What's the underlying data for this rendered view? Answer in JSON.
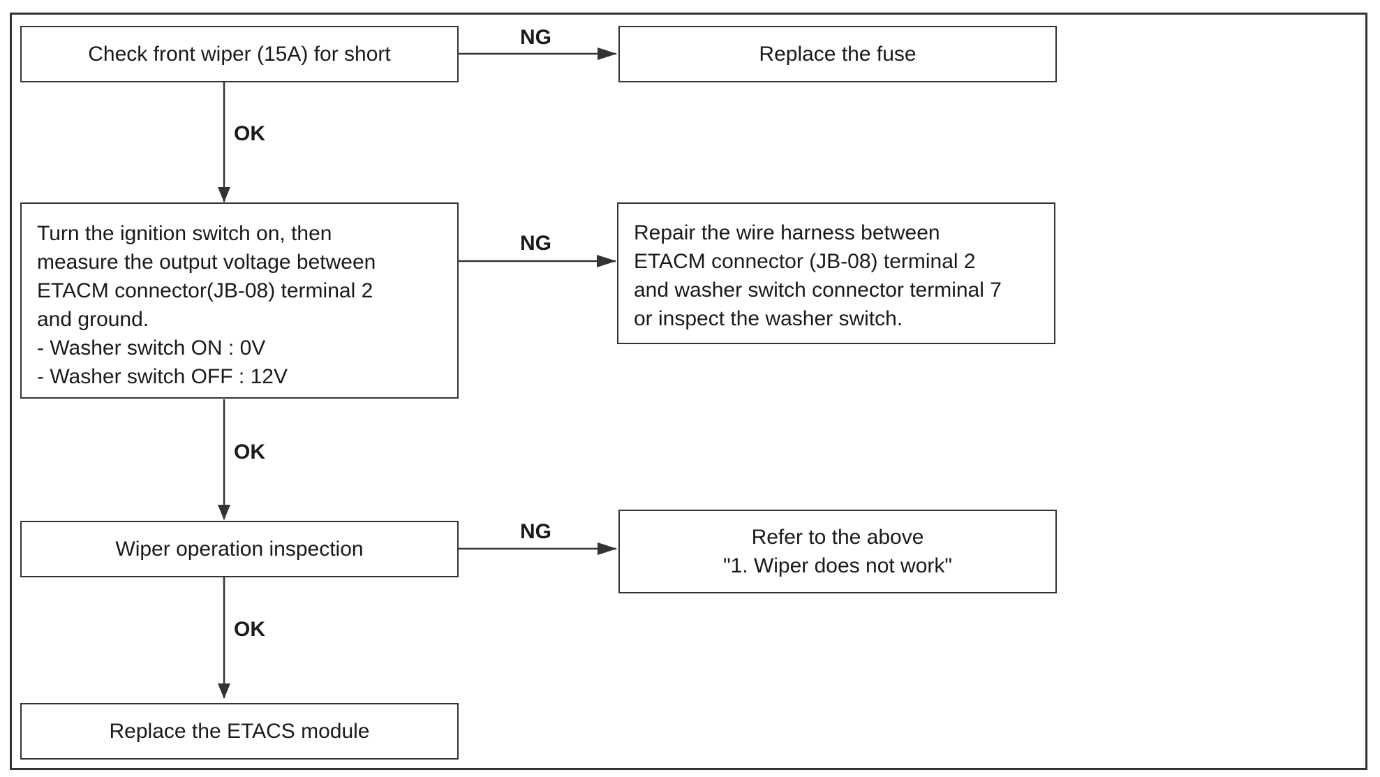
{
  "nodes": {
    "check_fuse": "Check front wiper (15A) for short",
    "replace_fuse": "Replace the fuse",
    "measure_voltage": [
      "Turn the ignition switch on, then",
      "measure the output voltage between",
      "ETACM connector(JB-08) terminal 2",
      "and ground.",
      "- Washer switch ON : 0V",
      "- Washer switch OFF : 12V"
    ],
    "repair_harness": [
      "Repair the wire harness between",
      "ETACM connector (JB-08) terminal 2",
      "and washer switch connector terminal 7",
      "or inspect the washer switch."
    ],
    "wiper_inspection": "Wiper operation inspection",
    "refer_above": [
      "Refer to the above",
      "\"1. Wiper does not work\""
    ],
    "replace_module": "Replace the ETACS module"
  },
  "edges": {
    "ng_label": "NG",
    "ok_label": "OK"
  }
}
